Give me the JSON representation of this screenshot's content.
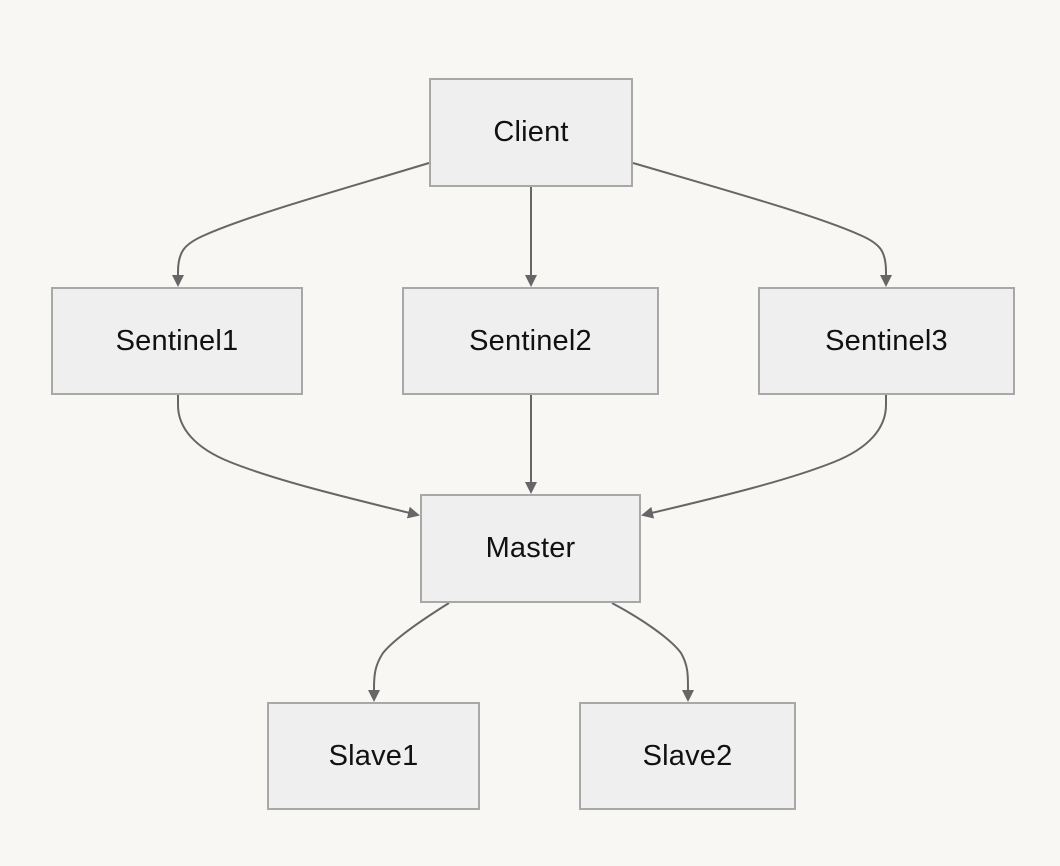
{
  "diagram": {
    "nodes": [
      {
        "id": "client",
        "label": "Client"
      },
      {
        "id": "sentinel1",
        "label": "Sentinel1"
      },
      {
        "id": "sentinel2",
        "label": "Sentinel2"
      },
      {
        "id": "sentinel3",
        "label": "Sentinel3"
      },
      {
        "id": "master",
        "label": "Master"
      },
      {
        "id": "slave1",
        "label": "Slave1"
      },
      {
        "id": "slave2",
        "label": "Slave2"
      }
    ],
    "edges": [
      {
        "from": "client",
        "to": "sentinel1"
      },
      {
        "from": "client",
        "to": "sentinel2"
      },
      {
        "from": "client",
        "to": "sentinel3"
      },
      {
        "from": "sentinel1",
        "to": "master"
      },
      {
        "from": "sentinel2",
        "to": "master"
      },
      {
        "from": "sentinel3",
        "to": "master"
      },
      {
        "from": "master",
        "to": "slave1"
      },
      {
        "from": "master",
        "to": "slave2"
      }
    ],
    "colors": {
      "background": "#f8f7f4",
      "node_fill": "#efefef",
      "node_border": "#a8a8a8",
      "edge": "#666666",
      "text": "#111111"
    }
  }
}
